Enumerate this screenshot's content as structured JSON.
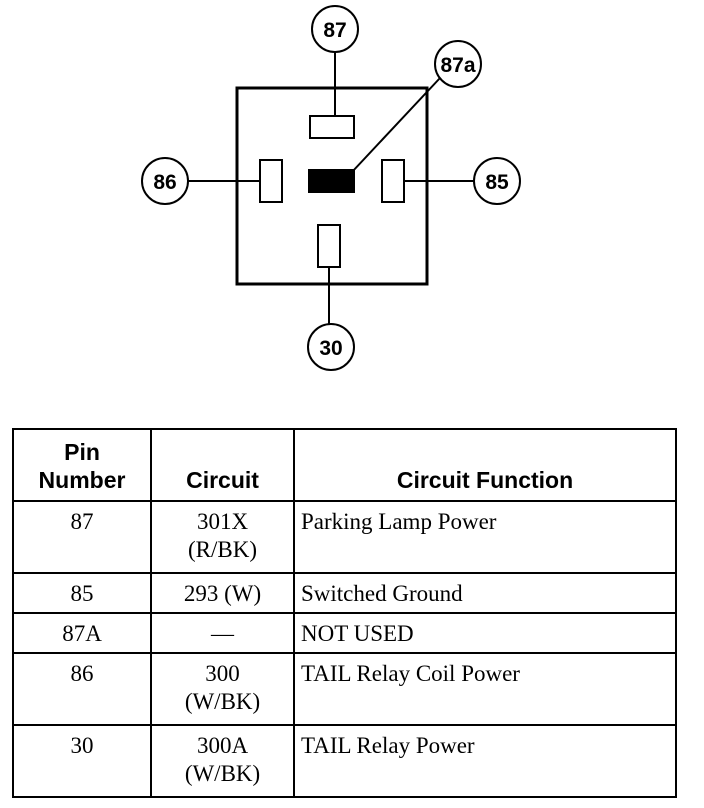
{
  "diagram": {
    "pins": {
      "p87": "87",
      "p87a": "87a",
      "p86": "86",
      "p85": "85",
      "p30": "30"
    }
  },
  "table": {
    "headers": [
      "Pin\nNumber",
      "Circuit",
      "Circuit Function"
    ],
    "rows": [
      {
        "pin": "87",
        "circuit": "301X\n(R/BK)",
        "function": "Parking Lamp Power"
      },
      {
        "pin": "85",
        "circuit": "293 (W)",
        "function": "Switched Ground"
      },
      {
        "pin": "87A",
        "circuit": "—",
        "function": "NOT USED"
      },
      {
        "pin": "86",
        "circuit": "300\n(W/BK)",
        "function": "TAIL Relay Coil Power"
      },
      {
        "pin": "30",
        "circuit": "300A\n(W/BK)",
        "function": "TAIL Relay Power"
      }
    ]
  }
}
